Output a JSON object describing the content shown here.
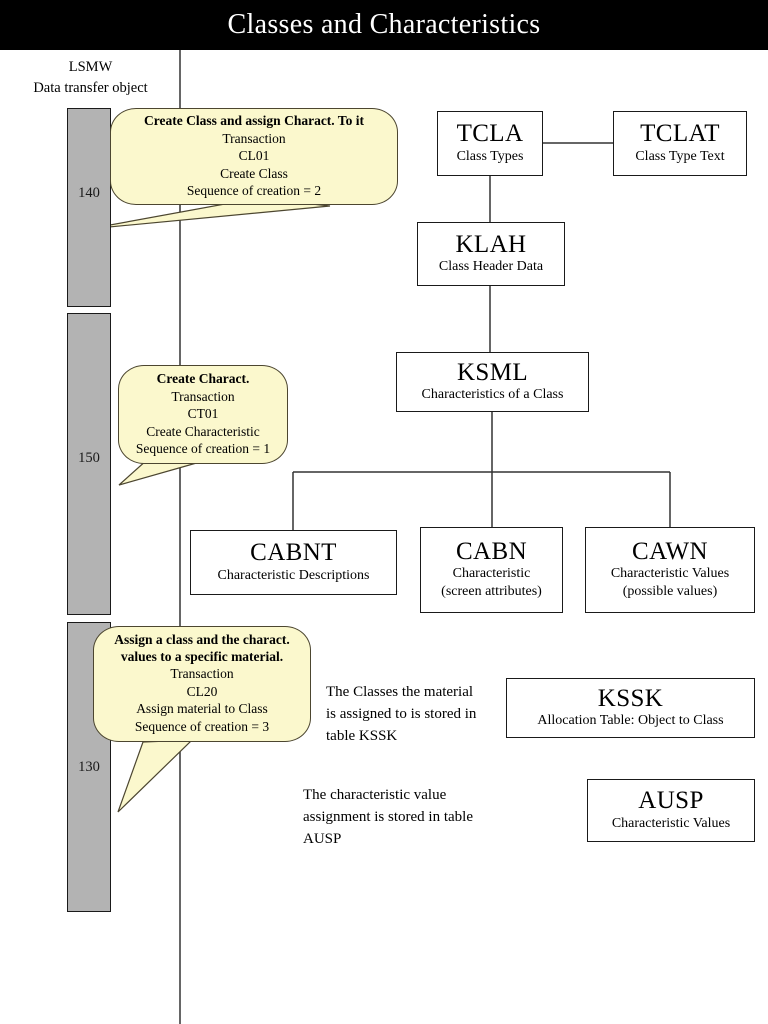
{
  "header": {
    "title": "Classes and Characteristics"
  },
  "sidebar": {
    "heading_line1": "LSMW",
    "heading_line2": "Data transfer object",
    "bars": [
      {
        "label": "140"
      },
      {
        "label": "150"
      },
      {
        "label": "130"
      }
    ]
  },
  "callouts": [
    {
      "title": "Create Class and assign  Charact. To it",
      "lines": [
        "Transaction",
        "CL01",
        "Create Class",
        "Sequence of creation = 2"
      ]
    },
    {
      "title": "Create Charact.",
      "lines": [
        "Transaction",
        "CT01",
        "Create Characteristic",
        "Sequence of creation = 1"
      ]
    },
    {
      "title_line1": "Assign a class and the charact.",
      "title_line2": "values to a specific material.",
      "lines": [
        "Transaction",
        "CL20",
        "Assign material to Class",
        "Sequence of creation = 3"
      ]
    }
  ],
  "tables": {
    "tcla": {
      "name": "TCLA",
      "desc": "Class Types"
    },
    "tclat": {
      "name": "TCLAT",
      "desc": "Class Type Text"
    },
    "klah": {
      "name": "KLAH",
      "desc": "Class Header Data"
    },
    "ksml": {
      "name": "KSML",
      "desc": "Characteristics of a Class"
    },
    "cabnt": {
      "name": "CABNT",
      "desc": "Characteristic Descriptions"
    },
    "cabn": {
      "name": "CABN",
      "desc_line1": "Characteristic",
      "desc_line2": "(screen attributes)"
    },
    "cawn": {
      "name": "CAWN",
      "desc_line1": "Characteristic Values",
      "desc_line2": "(possible values)"
    },
    "kssk": {
      "name": "KSSK",
      "desc": "Allocation Table: Object to Class"
    },
    "ausp": {
      "name": "AUSP",
      "desc": "Characteristic Values"
    }
  },
  "notes": {
    "kssk_note_line1": "The Classes the material",
    "kssk_note_line2": "is assigned to is stored in",
    "kssk_note_line3": "table KSSK",
    "ausp_note_line1": "The characteristic value",
    "ausp_note_line2": "assignment is stored in table",
    "ausp_note_line3": "AUSP"
  },
  "colors": {
    "title_bar": "#000000",
    "title_text": "#ffffff",
    "bar_fill": "#b3b3b3",
    "bar_stroke": "#1a1a1a",
    "callout_fill": "#fbf8cd",
    "callout_stroke": "#4c4630",
    "box_stroke": "#1a1a1a",
    "connector": "#333333"
  }
}
